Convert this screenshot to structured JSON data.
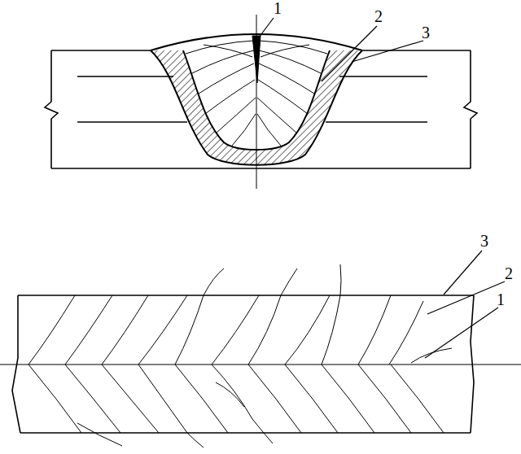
{
  "diagram": {
    "labels": [
      "1",
      "2",
      "3",
      "3",
      "2",
      "1"
    ]
  }
}
